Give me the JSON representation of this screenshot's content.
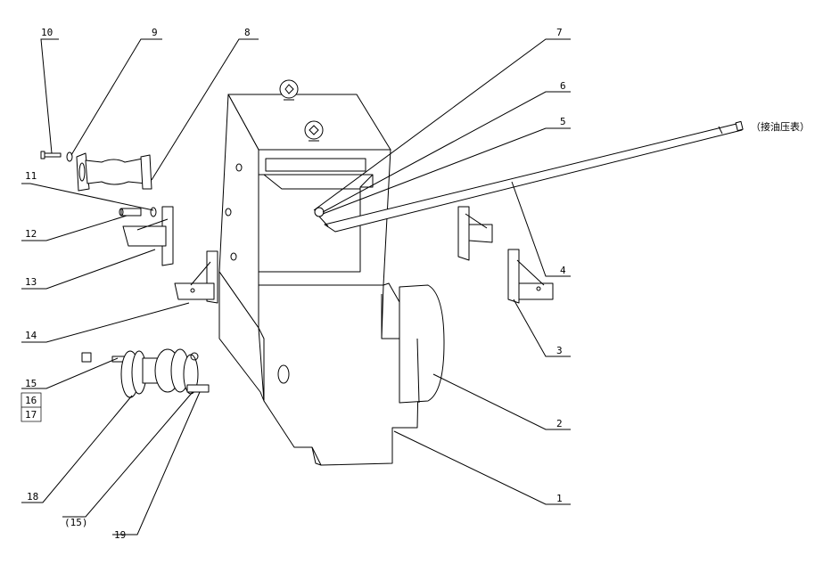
{
  "diagram": {
    "callouts": [
      {
        "id": "1",
        "label": "1"
      },
      {
        "id": "2",
        "label": "2"
      },
      {
        "id": "3",
        "label": "3"
      },
      {
        "id": "4",
        "label": "4"
      },
      {
        "id": "5",
        "label": "5"
      },
      {
        "id": "6",
        "label": "6"
      },
      {
        "id": "7",
        "label": "7"
      },
      {
        "id": "8",
        "label": "8"
      },
      {
        "id": "9",
        "label": "9"
      },
      {
        "id": "10",
        "label": "10"
      },
      {
        "id": "11",
        "label": "11"
      },
      {
        "id": "12",
        "label": "12"
      },
      {
        "id": "13",
        "label": "13"
      },
      {
        "id": "14",
        "label": "14"
      },
      {
        "id": "15",
        "label": "15"
      },
      {
        "id": "16",
        "label": "16"
      },
      {
        "id": "17",
        "label": "17"
      },
      {
        "id": "18",
        "label": "18"
      },
      {
        "id": "15b",
        "label": "(15)"
      },
      {
        "id": "19",
        "label": "19"
      }
    ],
    "note": "（接油压表）"
  },
  "colors": {
    "line": "#000000",
    "background": "#ffffff"
  }
}
